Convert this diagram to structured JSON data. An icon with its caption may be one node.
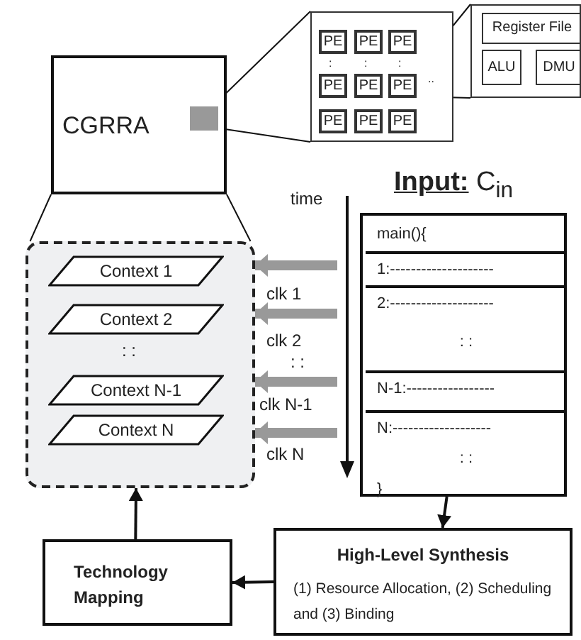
{
  "diagram": {
    "nodes": [
      {
        "text": [
          "CGRRA"
        ]
      },
      {
        "text": [],
        "shape": "box",
        "in": 0
      },
      {
        "text": [],
        "shape": "box"
      },
      {
        "text": [
          "PE"
        ],
        "in": 2
      },
      {
        "text": [
          "PE"
        ],
        "in": 2
      },
      {
        "text": [
          "PE"
        ],
        "in": 2
      },
      {
        "text": [
          "PE"
        ],
        "in": 2
      },
      {
        "text": [
          "PE"
        ],
        "in": 2
      },
      {
        "text": [
          "PE"
        ],
        "in": 2
      },
      {
        "text": [
          "PE"
        ],
        "in": 2
      },
      {
        "text": [
          "PE"
        ],
        "in": 2
      },
      {
        "text": [
          "PE"
        ],
        "in": 2
      },
      {
        "text": [],
        "shape": "box"
      },
      {
        "text": [
          "Register File"
        ],
        "in": 12
      },
      {
        "text": [
          "ALU"
        ],
        "in": 12
      },
      {
        "text": [
          "DMU"
        ],
        "in": 12
      },
      {
        "text": [],
        "shape": "box"
      },
      {
        "text": [
          "Context 1"
        ],
        "in": 16
      },
      {
        "text": [
          "Context 2"
        ],
        "in": 16
      },
      {
        "text": [
          "Context N-1"
        ],
        "in": 16
      },
      {
        "text": [
          "Context N"
        ],
        "in": 16
      },
      {
        "text": [
          "**Input:** C$_{in}$"
        ]
      },
      {
        "text": [
          "main(){"
        ],
        "in": 21
      },
      {
        "text": [
          "1:--------------------"
        ],
        "in": 21
      },
      {
        "text": [
          "2:--------------------",
          ": :"
        ],
        "in": 21
      },
      {
        "text": [
          "N-1:-----------------"
        ],
        "in": 21
      },
      {
        "text": [
          "N:-------------------",
          ": :",
          "}"
        ],
        "in": 21
      },
      {
        "text": [
          "High-Level Synthesis",
          "(1) Resource Allocation, (2) Scheduling and (3) Binding"
        ]
      },
      {
        "text": [
          "Technology Mapping"
        ]
      }
    ],
    "edges": [
      {
        "from": 1,
        "to": 2,
        "arrow": "none"
      },
      {
        "from": 1,
        "to": 2,
        "arrow": "none"
      },
      {
        "from": 8,
        "to": 12,
        "arrow": "none"
      },
      {
        "from": 8,
        "to": 12,
        "arrow": "none"
      },
      {
        "from": 0,
        "to": 16,
        "arrow": "none"
      },
      {
        "from": 0,
        "to": 16,
        "arrow": "none"
      },
      {
        "from": null,
        "to": 16,
        "arrow": "to",
        "label": "clk 1",
        "style": "thick",
        "color": "#999999"
      },
      {
        "from": null,
        "to": 16,
        "arrow": "to",
        "label": "clk 2",
        "style": "thick",
        "color": "#999999"
      },
      {
        "from": null,
        "to": 16,
        "arrow": "to",
        "label": "clk N-1",
        "style": "thick",
        "color": "#999999"
      },
      {
        "from": null,
        "to": 16,
        "arrow": "to",
        "label": "clk N",
        "style": "thick",
        "color": "#999999"
      },
      {
        "from": 21,
        "to": 27,
        "arrow": "to"
      },
      {
        "from": 27,
        "to": 28,
        "arrow": "to"
      },
      {
        "from": 28,
        "to": 16,
        "arrow": "to"
      }
    ],
    "labels": [
      ":",
      ":",
      ":",
      "..",
      "time",
      ": :",
      ": :"
    ]
  }
}
